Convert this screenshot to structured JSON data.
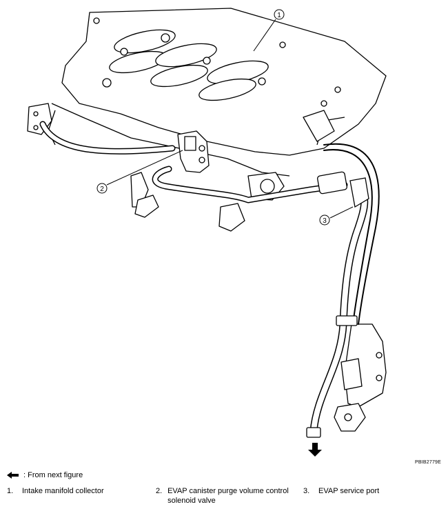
{
  "figure": {
    "callouts": [
      "1",
      "2",
      "3"
    ],
    "figure_id": "PBIB2779E",
    "colors": {
      "line": "#000000",
      "fill": "#ffffff"
    }
  },
  "legend": {
    "arrow_note": ": From next figure",
    "arrow_icon": "left-arrow-icon",
    "items": [
      {
        "num": "1.",
        "label": "Intake manifold collector"
      },
      {
        "num": "2.",
        "label": "EVAP canister purge volume control solenoid valve"
      },
      {
        "num": "3.",
        "label": "EVAP service port"
      }
    ]
  }
}
